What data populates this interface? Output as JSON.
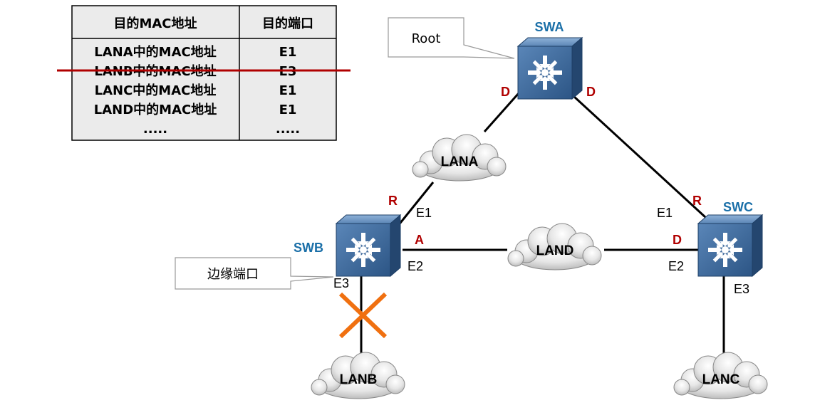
{
  "table": {
    "headers": [
      "目的MAC地址",
      "目的端口"
    ],
    "rows": [
      [
        "LANA中的MAC地址",
        "E1"
      ],
      [
        "LANB中的MAC地址",
        "E3"
      ],
      [
        "LANC中的MAC地址",
        "E1"
      ],
      [
        "LAND中的MAC地址",
        "E1"
      ],
      [
        ".....",
        "....."
      ]
    ],
    "struck_row": 1,
    "strike_color": "#b00000"
  },
  "switches": {
    "swa": "SWA",
    "swb": "SWB",
    "swc": "SWC"
  },
  "lans": {
    "lana": "LANA",
    "lanb": "LANB",
    "lanc": "LANC",
    "land": "LAND"
  },
  "port_roles": {
    "swa_left": "D",
    "swa_right": "D",
    "swb_up": "R",
    "swb_right": "A",
    "swc_up": "R",
    "swc_left": "D"
  },
  "ports": {
    "swb_e1": "E1",
    "swb_e2": "E2",
    "swb_e3": "E3",
    "swc_e1": "E1",
    "swc_e2": "E2",
    "swc_e3": "E3"
  },
  "callouts": {
    "root": "Root",
    "edge_port": "边缘端口"
  },
  "colors": {
    "switch_label": "#1a6fa8",
    "port_role": "#b00000",
    "blocked_mark": "#f07010"
  },
  "icons": [
    "switch-icon",
    "cloud-icon",
    "blocked-x-icon"
  ]
}
